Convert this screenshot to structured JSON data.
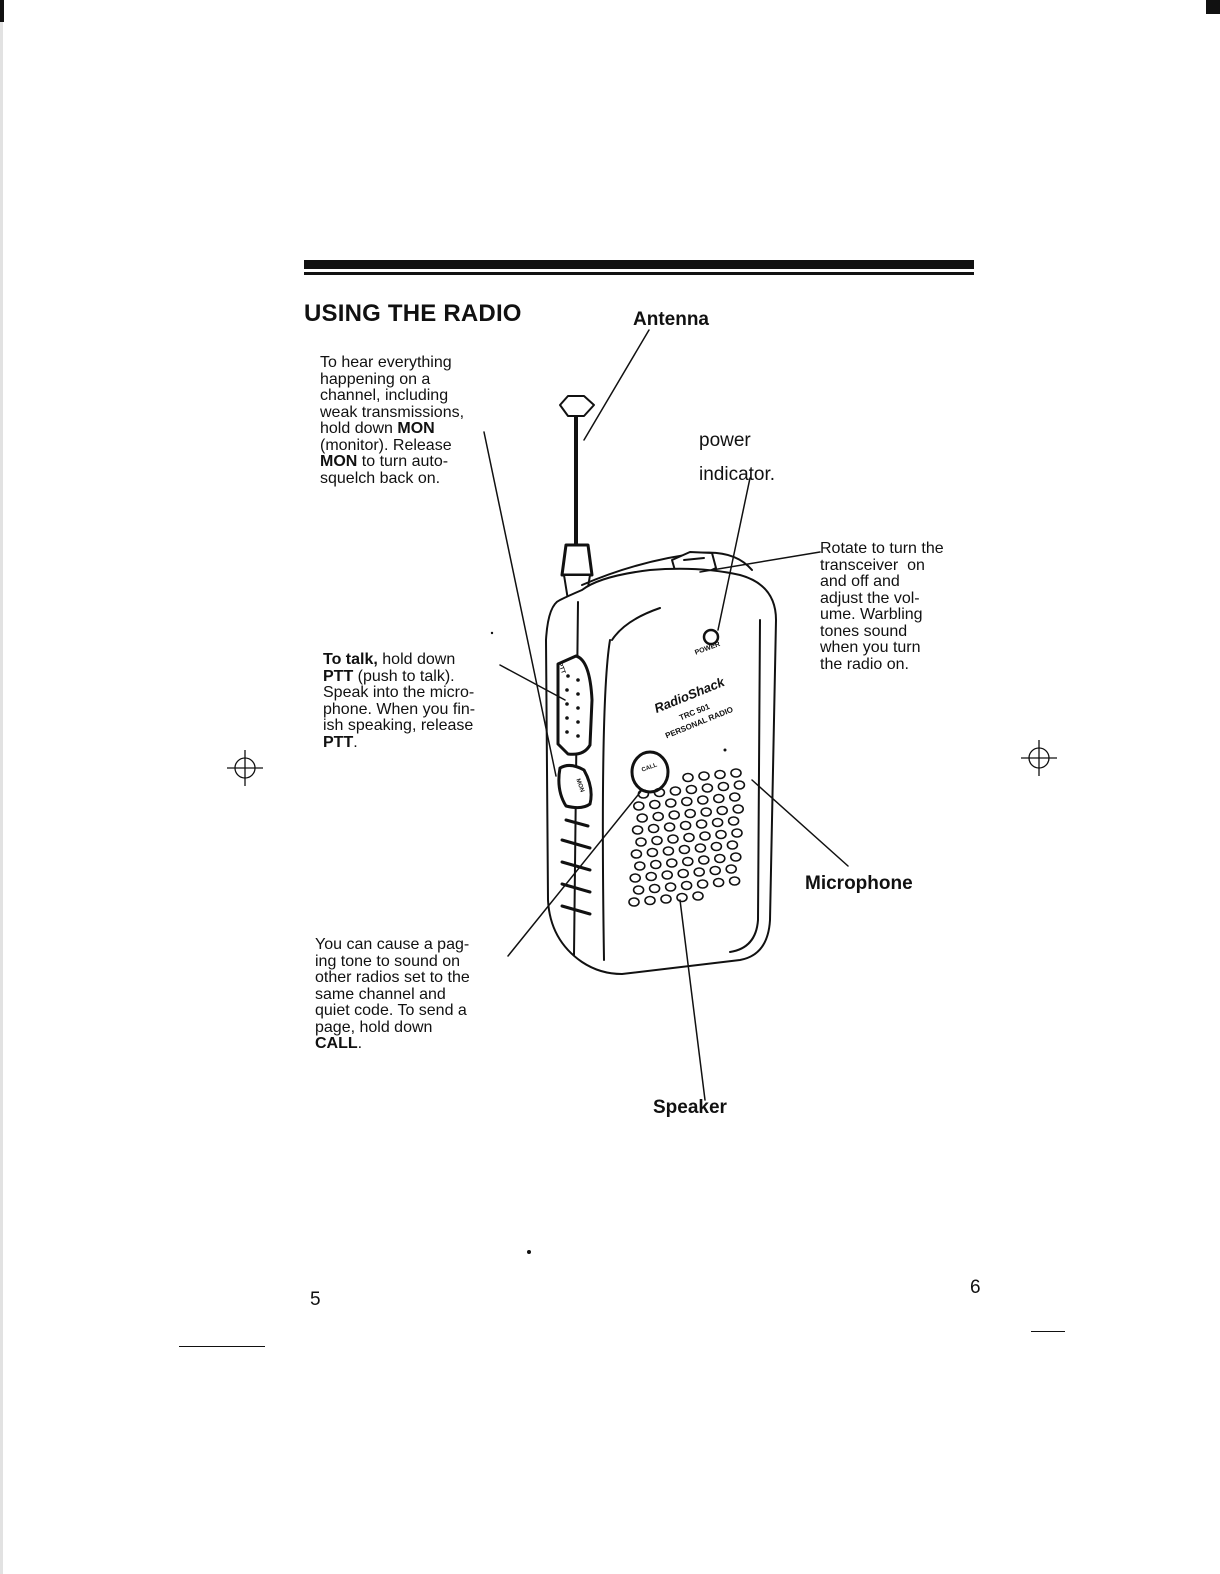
{
  "heading": "USING THE RADIO",
  "labels": {
    "antenna": "Antenna",
    "power_line1": "power",
    "power_line2": "indicator.",
    "microphone": "Microphone",
    "speaker": "Speaker"
  },
  "radio_face": {
    "power": "POWER",
    "brand": "RadioShack",
    "model_line1": "TRC 501",
    "model_line2": "PERSONAL RADIO",
    "ptt": "PTT",
    "mon": "MON",
    "call": "CALL"
  },
  "callouts": {
    "monitor": {
      "line1": "To hear everything",
      "line2": "happening on a",
      "line3": "channel, including",
      "line4": "weak transmissions,",
      "line5_pre": "hold down ",
      "line5_bold": "MON",
      "line6": "(monitor). Release",
      "line7_bold": "MON",
      "line7_post": " to turn auto-",
      "line8": "squelch back on."
    },
    "talk": {
      "line1_bold": "To talk,",
      "line1_post": " hold down",
      "line2_bold": "PTT",
      "line2_post": " (push to talk).",
      "line3": "Speak into the micro-",
      "line4": "phone. When you fin-",
      "line5": "ish speaking, release",
      "line6_bold": "PTT",
      "line6_post": "."
    },
    "volume": {
      "line1": "Rotate to turn the",
      "line2": "transceiver  on",
      "line3": "and off and",
      "line4": "adjust the vol-",
      "line5": "ume. Warbling",
      "line6": "tones sound",
      "line7": "when you turn",
      "line8": "the radio on."
    },
    "call": {
      "line1": "You can cause a pag-",
      "line2": "ing tone to sound on",
      "line3": "other radios set to the",
      "line4": "same channel and",
      "line5": "quiet code. To send a",
      "line6": "page, hold down",
      "line7_bold": "CALL",
      "line7_post": "."
    }
  },
  "page_numbers": {
    "left": "5",
    "right": "6"
  }
}
